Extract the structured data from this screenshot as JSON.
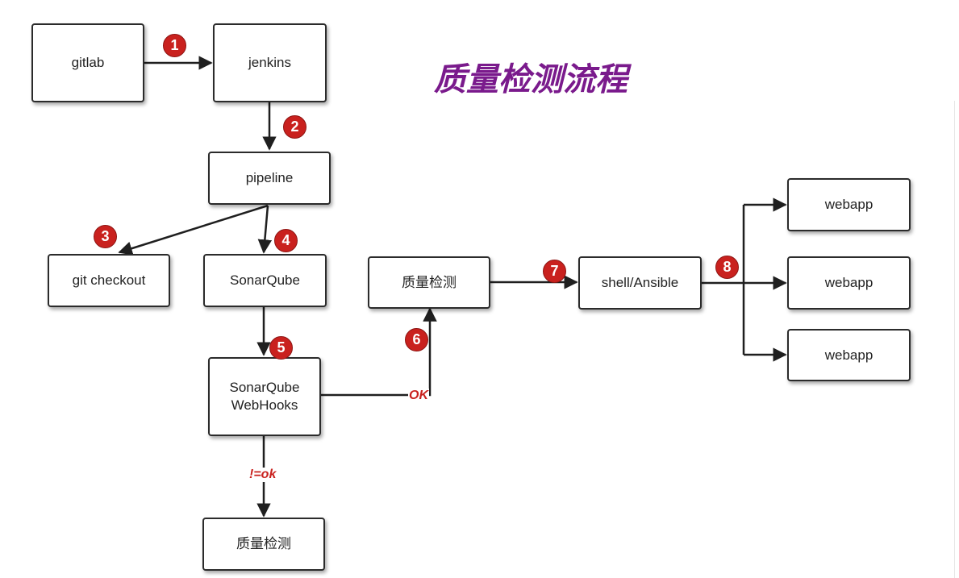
{
  "title": "质量检测流程",
  "nodes": {
    "gitlab": "gitlab",
    "jenkins": "jenkins",
    "pipeline": "pipeline",
    "git_checkout": "git checkout",
    "sonarqube": "SonarQube",
    "webhooks_line1": "SonarQube",
    "webhooks_line2": "WebHooks",
    "quality_check_ok": "质量检测",
    "quality_check_fail": "质量检测",
    "shell_ansible": "shell/Ansible",
    "webapp_1": "webapp",
    "webapp_2": "webapp",
    "webapp_3": "webapp"
  },
  "steps": [
    "1",
    "2",
    "3",
    "4",
    "5",
    "6",
    "7",
    "8"
  ],
  "edge_labels": {
    "ok": "OK",
    "not_ok": "!=ok"
  },
  "colors": {
    "badge": "#c9211e",
    "title": "#7a1a8c",
    "edge_label": "#c9211e"
  }
}
